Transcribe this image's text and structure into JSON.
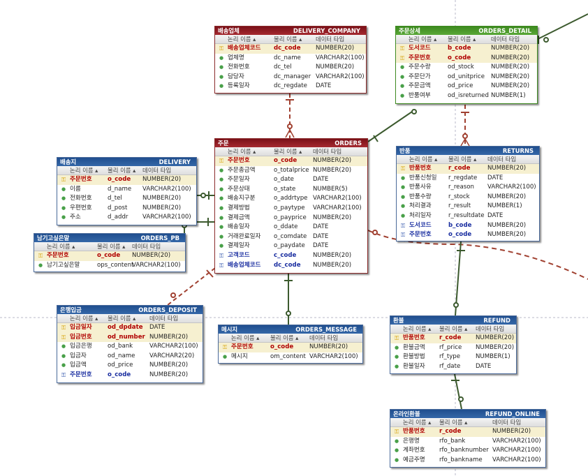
{
  "colors": {
    "blue_header": "#2b5c9e",
    "red_header": "#8e1c22",
    "green_header": "#4c9a2c",
    "identifying_line": "#3c5a2e",
    "non_identifying_line": "#a04030",
    "grid_dash": "#b8b8c8"
  },
  "entities": {
    "delivery_company": {
      "logical": "배송업체",
      "physical": "DELIVERY_COMPANY",
      "header": [
        "논리 이름",
        "물리 이름",
        "데이터 타입"
      ],
      "rows": [
        [
          "배송업체코드",
          "dc_code",
          "NUMBER(20)",
          "key"
        ],
        [
          "업체명",
          "dc_name",
          "VARCHAR2(100)",
          "dot"
        ],
        [
          "전화번호",
          "dc_tel",
          "NUMBER(20)",
          "dot"
        ],
        [
          "담당자",
          "dc_manager",
          "VARCHAR2(100)",
          "dot"
        ],
        [
          "등록일자",
          "dc_regdate",
          "DATE",
          "dot"
        ]
      ]
    },
    "orders_detail": {
      "logical": "주문상세",
      "physical": "ORDERS_DETAIL",
      "header": [
        "논리 이름",
        "물리 이름",
        "데이터 타입"
      ],
      "rows": [
        [
          "도서코드",
          "b_code",
          "NUMBER(20)",
          "pfk"
        ],
        [
          "주문번호",
          "o_code",
          "NUMBER(20)",
          "pfk"
        ],
        [
          "주문수량",
          "od_stock",
          "NUMBER(20)",
          "dot"
        ],
        [
          "주문단가",
          "od_unitprice",
          "NUMBER(20)",
          "dot"
        ],
        [
          "주문금액",
          "od_price",
          "NUMBER(20)",
          "dot"
        ],
        [
          "반품여부",
          "od_isreturned",
          "NUMBER(1)",
          "dot"
        ]
      ]
    },
    "orders": {
      "logical": "주문",
      "physical": "ORDERS",
      "header": [
        "논리 이름",
        "물리 이름",
        "데이터 타입"
      ],
      "rows": [
        [
          "주문번호",
          "o_code",
          "NUMBER(20)",
          "key"
        ],
        [
          "주문총금액",
          "o_totalprice",
          "NUMBER(20)",
          "dot"
        ],
        [
          "주문일자",
          "o_date",
          "DATE",
          "dot"
        ],
        [
          "주문상태",
          "o_state",
          "NUMBER(5)",
          "dot"
        ],
        [
          "배송지구분",
          "o_addrtype",
          "VARCHAR2(100)",
          "dot"
        ],
        [
          "결제방법",
          "o_paytype",
          "VARCHAR2(100)",
          "dot"
        ],
        [
          "결제금액",
          "o_payprice",
          "NUMBER(20)",
          "dot"
        ],
        [
          "배송일자",
          "o_ddate",
          "DATE",
          "dot"
        ],
        [
          "거래완료일자",
          "o_comdate",
          "DATE",
          "dot"
        ],
        [
          "결제일자",
          "o_paydate",
          "DATE",
          "dot"
        ],
        [
          "고객코드",
          "c_code",
          "NUMBER(20)",
          "fk"
        ],
        [
          "배송업체코드",
          "dc_code",
          "NUMBER(20)",
          "fk"
        ]
      ]
    },
    "delivery": {
      "logical": "배송지",
      "physical": "DELIVERY",
      "header": [
        "논리 이름",
        "물리 이름",
        "데이터 타입"
      ],
      "rows": [
        [
          "주문번호",
          "o_code",
          "NUMBER(20)",
          "pfk"
        ],
        [
          "이름",
          "d_name",
          "VARCHAR2(100)",
          "dot"
        ],
        [
          "전화번호",
          "d_tel",
          "NUMBER(20)",
          "dot"
        ],
        [
          "우편번호",
          "d_post",
          "NUMBER(20)",
          "dot"
        ],
        [
          "주소",
          "d_addr",
          "VARCHAR2(100)",
          "dot"
        ]
      ]
    },
    "orders_pb": {
      "logical": "남기고싶은말",
      "physical": "ORDERS_PB",
      "header": [
        "논리 이름",
        "물리 이름",
        "데이터 타입"
      ],
      "rows": [
        [
          "주문번호",
          "o_code",
          "NUMBER(20)",
          "pfk"
        ],
        [
          "남기고싶은말",
          "ops_content",
          "VARCHAR2(100)",
          "dot"
        ]
      ]
    },
    "returns": {
      "logical": "반품",
      "physical": "RETURNS",
      "header": [
        "논리 이름",
        "물리 이름",
        "데이터 타입"
      ],
      "rows": [
        [
          "반품번호",
          "r_code",
          "NUMBER(20)",
          "key"
        ],
        [
          "반품신청일",
          "r_regdate",
          "DATE",
          "dot"
        ],
        [
          "반품사유",
          "r_reason",
          "VARCHAR2(100)",
          "dot"
        ],
        [
          "반품수량",
          "r_stock",
          "NUMBER(20)",
          "dot"
        ],
        [
          "처리결과",
          "r_result",
          "NUMBER(1)",
          "dot"
        ],
        [
          "처리일자",
          "r_resultdate",
          "DATE",
          "dot"
        ],
        [
          "도서코드",
          "b_code",
          "NUMBER(20)",
          "fk"
        ],
        [
          "주문번호",
          "o_code",
          "NUMBER(20)",
          "fk"
        ]
      ]
    },
    "orders_deposit": {
      "logical": "은행입금",
      "physical": "ORDERS_DEPOSIT",
      "header": [
        "논리 이름",
        "물리 이름",
        "데이터 타입"
      ],
      "rows": [
        [
          "입금일자",
          "od_dpdate",
          "DATE",
          "key"
        ],
        [
          "입금번호",
          "od_number",
          "NUMBER(20)",
          "key"
        ],
        [
          "입금은행",
          "od_bank",
          "VARCHAR2(100)",
          "dot"
        ],
        [
          "입금자",
          "od_name",
          "VARCHAR2(20)",
          "dot"
        ],
        [
          "입금액",
          "od_price",
          "NUMBER(20)",
          "dot"
        ],
        [
          "주문번호",
          "o_code",
          "NUMBER(20)",
          "fk"
        ]
      ]
    },
    "orders_message": {
      "logical": "메시지",
      "physical": "ORDERS_MESSAGE",
      "header": [
        "논리 이름",
        "물리 이름",
        "데이터 타입"
      ],
      "rows": [
        [
          "주문번호",
          "o_code",
          "NUMBER(20)",
          "pfk"
        ],
        [
          "메시지",
          "om_content",
          "VARCHAR2(100)",
          "dot"
        ]
      ]
    },
    "refund": {
      "logical": "환불",
      "physical": "REFUND",
      "header": [
        "논리 이름",
        "물리 이름",
        "데이터 타입"
      ],
      "rows": [
        [
          "반품번호",
          "r_code",
          "NUMBER(20)",
          "pfk"
        ],
        [
          "환불금액",
          "rf_price",
          "NUMBER(20)",
          "dot"
        ],
        [
          "환불방법",
          "rf_type",
          "NUMBER(1)",
          "dot"
        ],
        [
          "환불일자",
          "rf_date",
          "DATE",
          "dot"
        ]
      ]
    },
    "refund_online": {
      "logical": "온라인환불",
      "physical": "REFUND_ONLINE",
      "header": [
        "논리 이름",
        "물리 이름",
        "데이터 타입"
      ],
      "rows": [
        [
          "반품번호",
          "r_code",
          "NUMBER(20)",
          "pfk"
        ],
        [
          "은행명",
          "rfo_bank",
          "VARCHAR2(100)",
          "dot"
        ],
        [
          "계좌번호",
          "rfo_banknumber",
          "VARCHAR2(100)",
          "dot"
        ],
        [
          "예금주명",
          "rfo_bankname",
          "VARCHAR2(100)",
          "dot"
        ]
      ]
    }
  }
}
